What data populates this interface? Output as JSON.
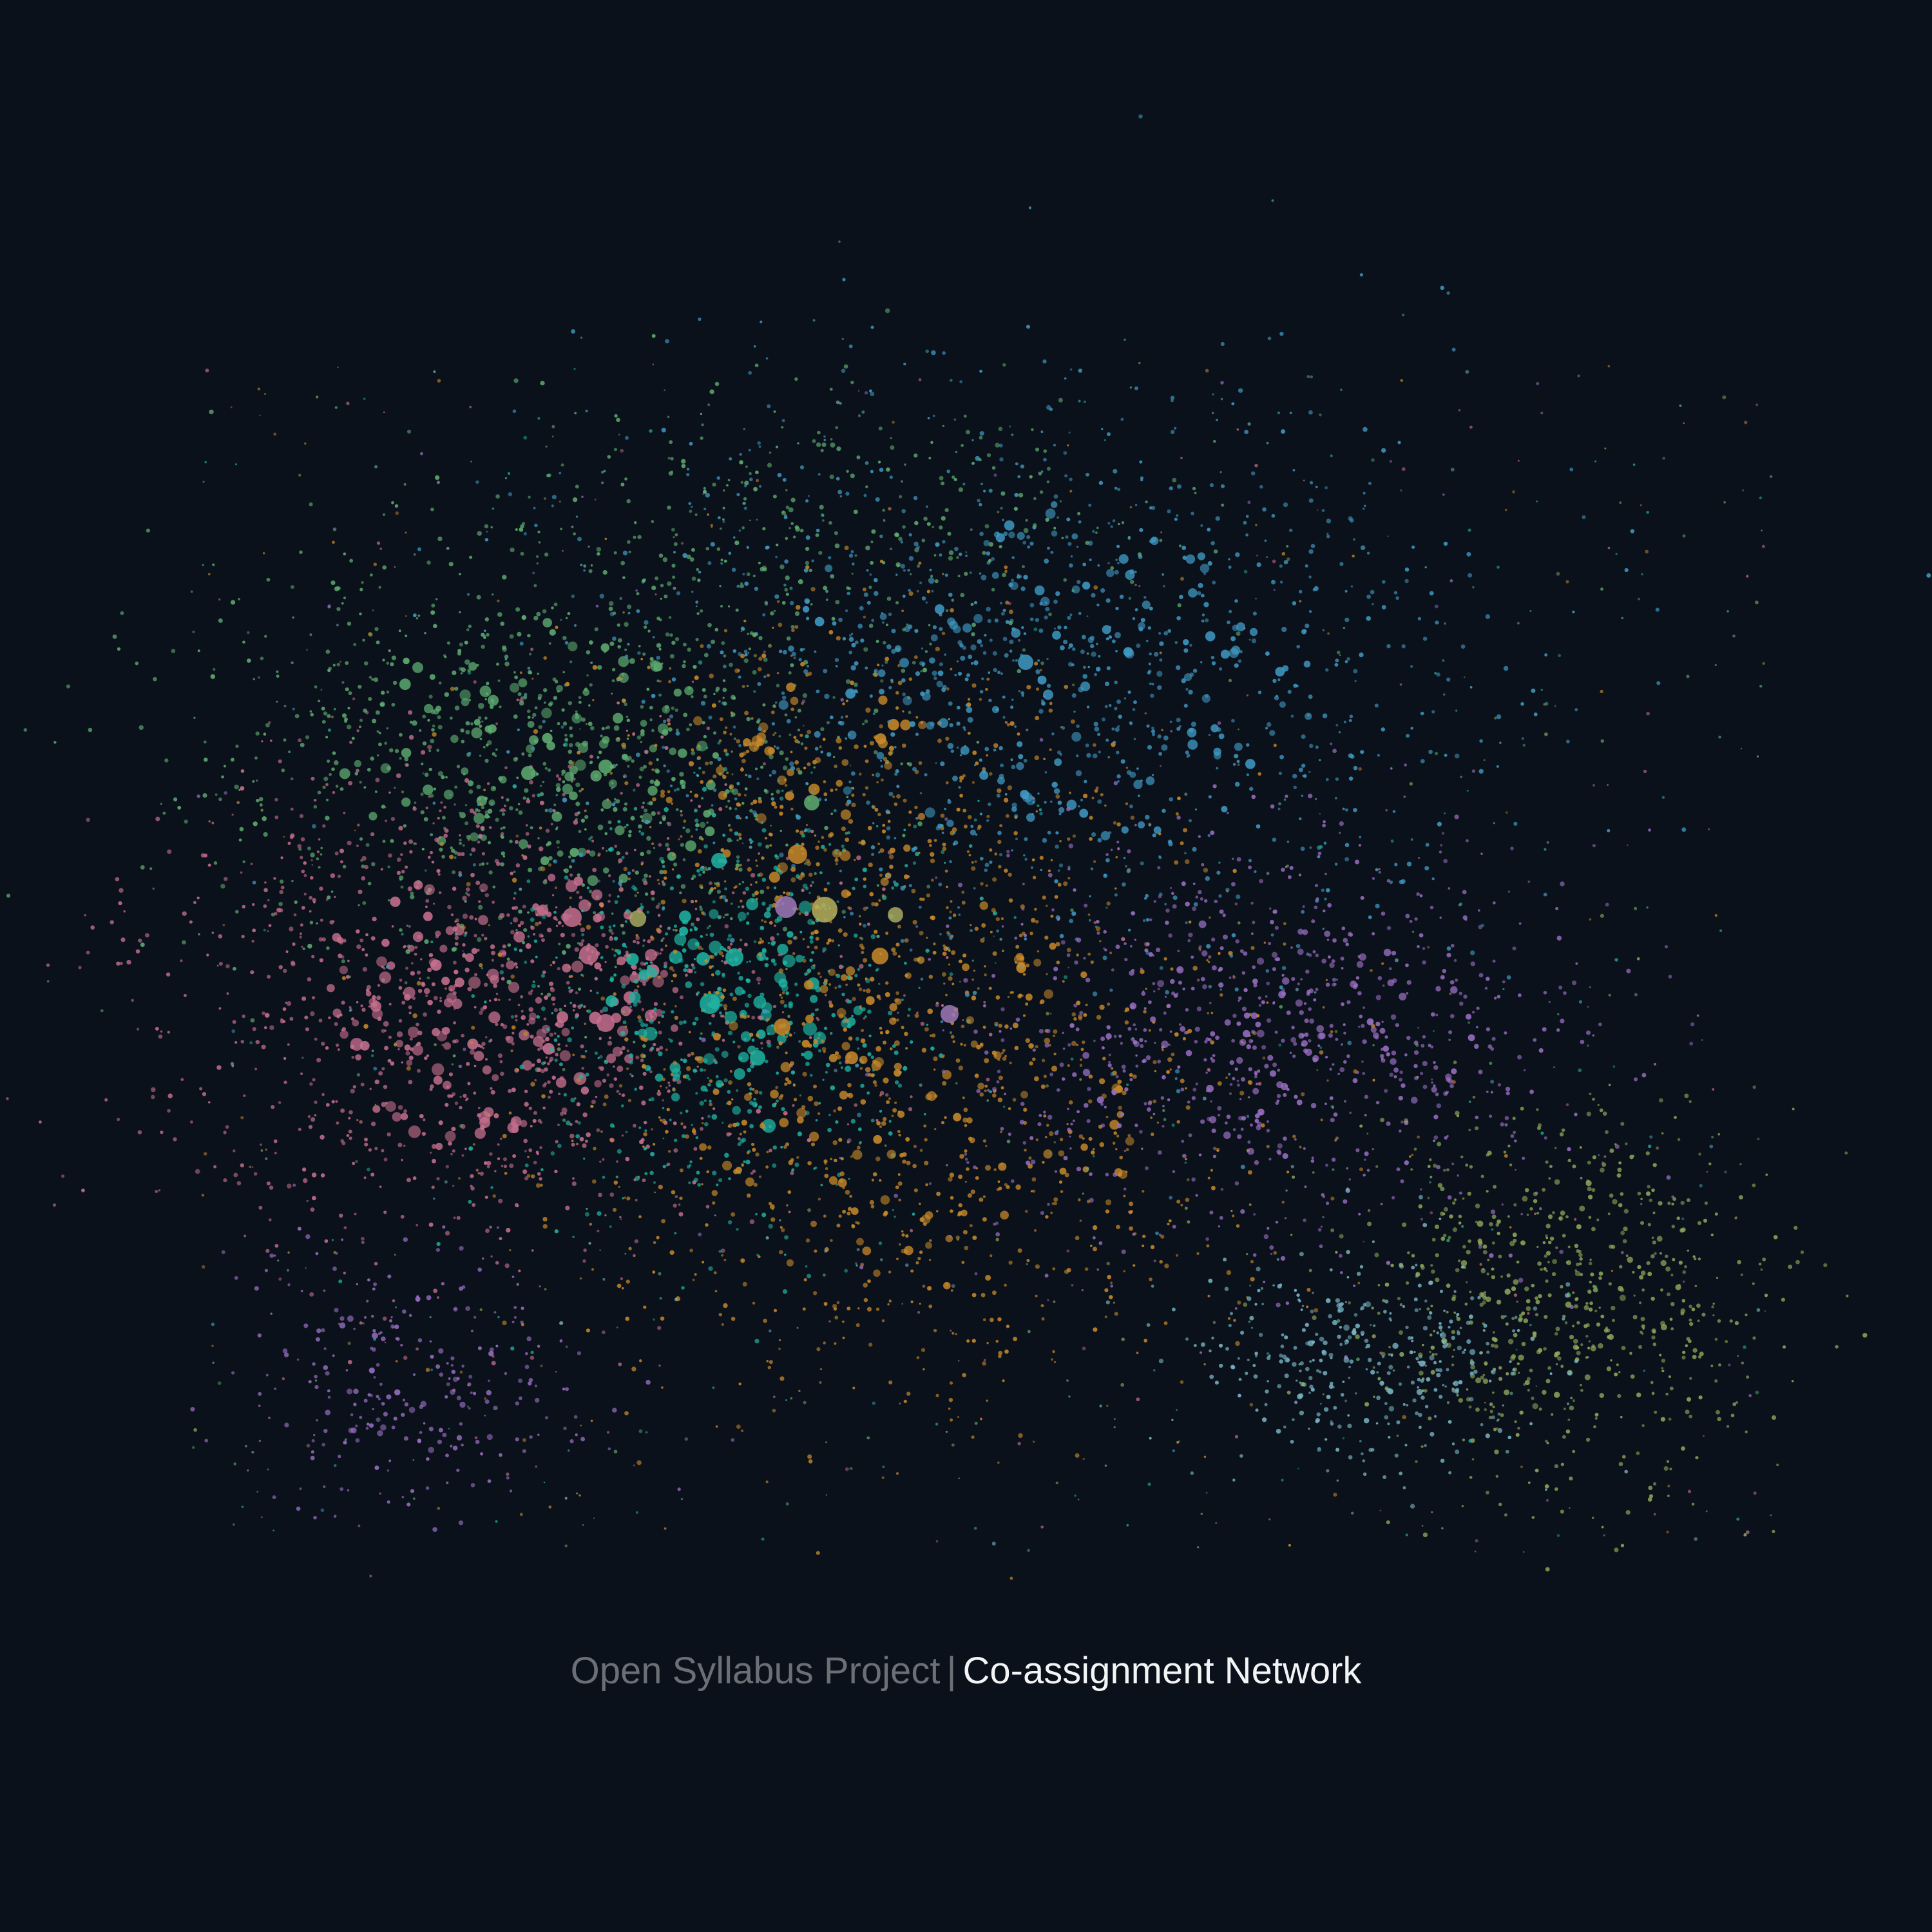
{
  "caption": {
    "project": "Open Syllabus Project",
    "separator": "|",
    "title": "Co-assignment Network"
  },
  "colors": {
    "background": "#0b111a",
    "caption_dim": "#6b7076",
    "caption_bright": "#f2f4f6"
  },
  "clusters": [
    {
      "name": "green",
      "color": "#5fae72"
    },
    {
      "name": "pink",
      "color": "#c8708f"
    },
    {
      "name": "teal",
      "color": "#1fb5a3"
    },
    {
      "name": "orange",
      "color": "#c98a2a"
    },
    {
      "name": "blue",
      "color": "#3f9ac4"
    },
    {
      "name": "purple",
      "color": "#9a6fc4"
    },
    {
      "name": "olive",
      "color": "#8fa85a"
    },
    {
      "name": "light-blue",
      "color": "#7ab8c8"
    }
  ]
}
